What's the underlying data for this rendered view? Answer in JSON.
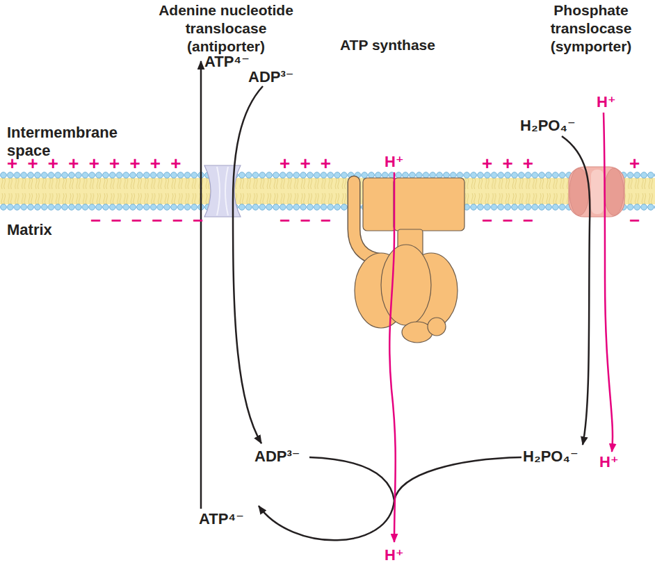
{
  "diagram": {
    "nodes": [
      {
        "text": [
          "Adenine nucleotide translocase (antiporter)"
        ]
      },
      {
        "text": [
          "ATP synthase"
        ]
      },
      {
        "text": [
          "Phosphate translocase (symporter)"
        ]
      }
    ],
    "labels": [
      "Intermembrane space",
      "Matrix",
      "+ + + + + + + + +",
      "+ + +",
      "+ + +",
      "+",
      "− − − − − −",
      "− − −",
      "− − −",
      "−",
      "ATP⁴⁻",
      "ADP³⁻",
      "H⁺",
      "H⁺",
      "H₂PO₄⁻",
      "ADP³⁻",
      "H₂PO₄⁻",
      "H⁺",
      "ATP⁴⁻",
      "H⁺"
    ]
  }
}
